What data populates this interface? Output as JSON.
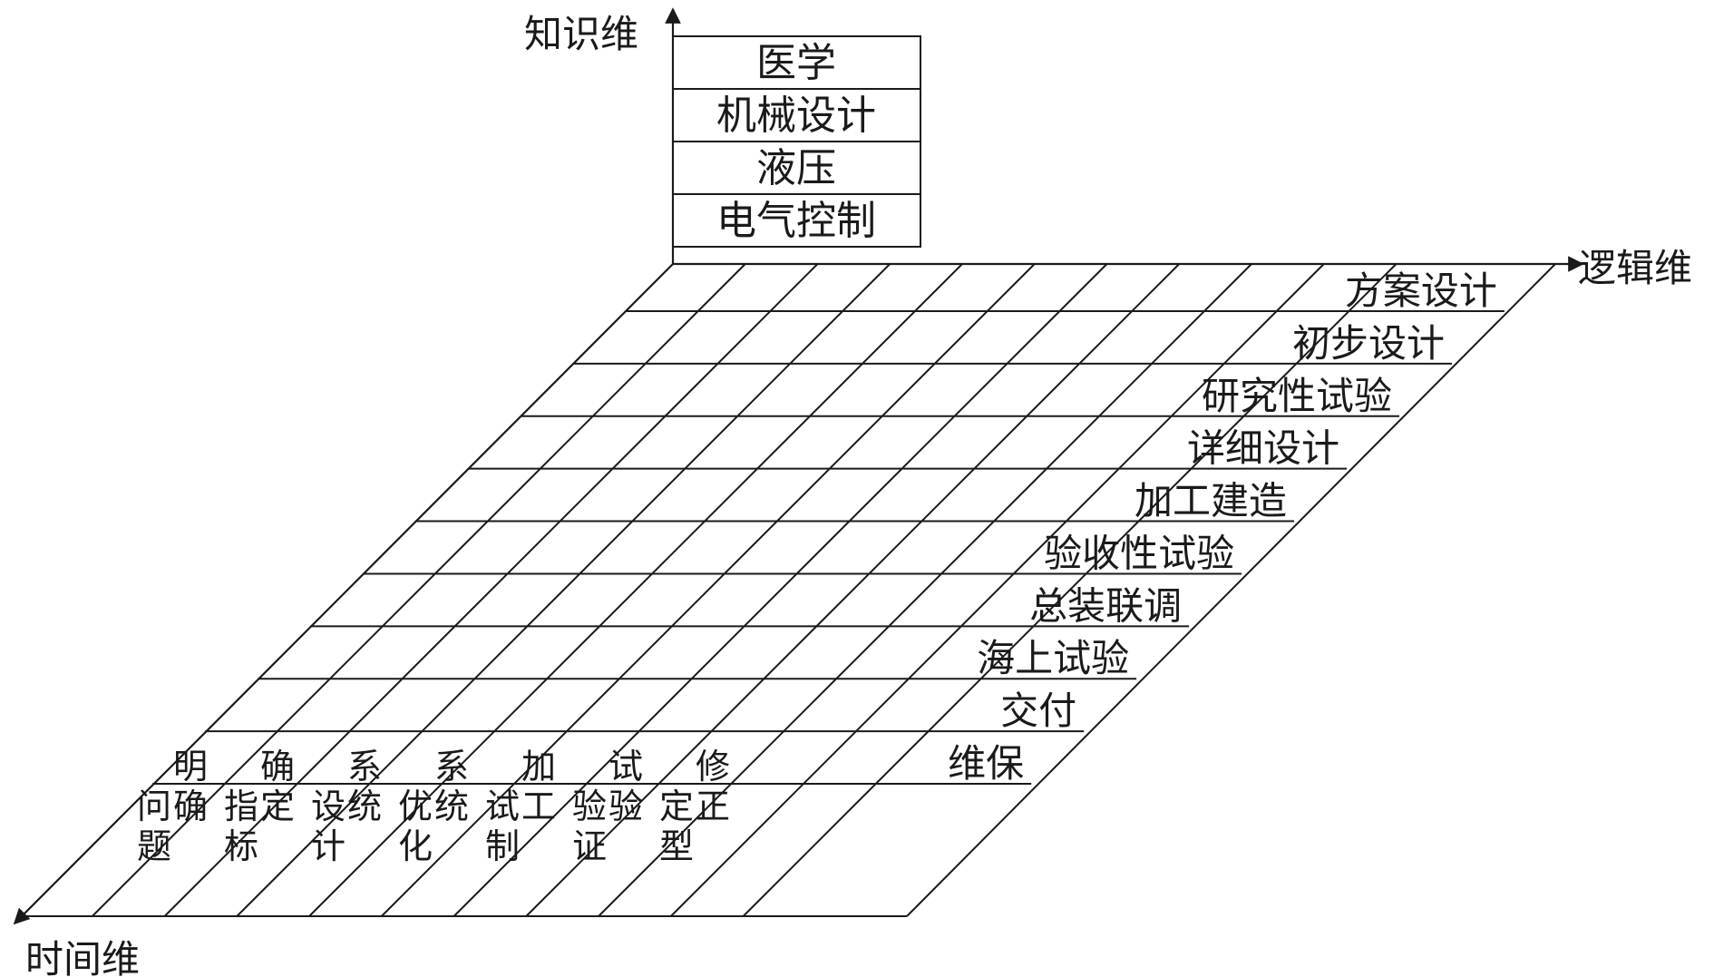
{
  "axes": {
    "knowledge": "知识维",
    "logic": "逻辑维",
    "time": "时间维"
  },
  "knowledge_items": [
    "医学",
    "机械设计",
    "液压",
    "电气控制"
  ],
  "logic_stages": [
    "方案设计",
    "初步设计",
    "研究性试验",
    "详细设计",
    "加工建造",
    "验收性试验",
    "总装联调",
    "海上试验",
    "交付",
    "维保"
  ],
  "time_stages": [
    "明确问题",
    "确定指标",
    "系统设计",
    "系统优化",
    "加工试制",
    "试验验证",
    "修正定型"
  ]
}
